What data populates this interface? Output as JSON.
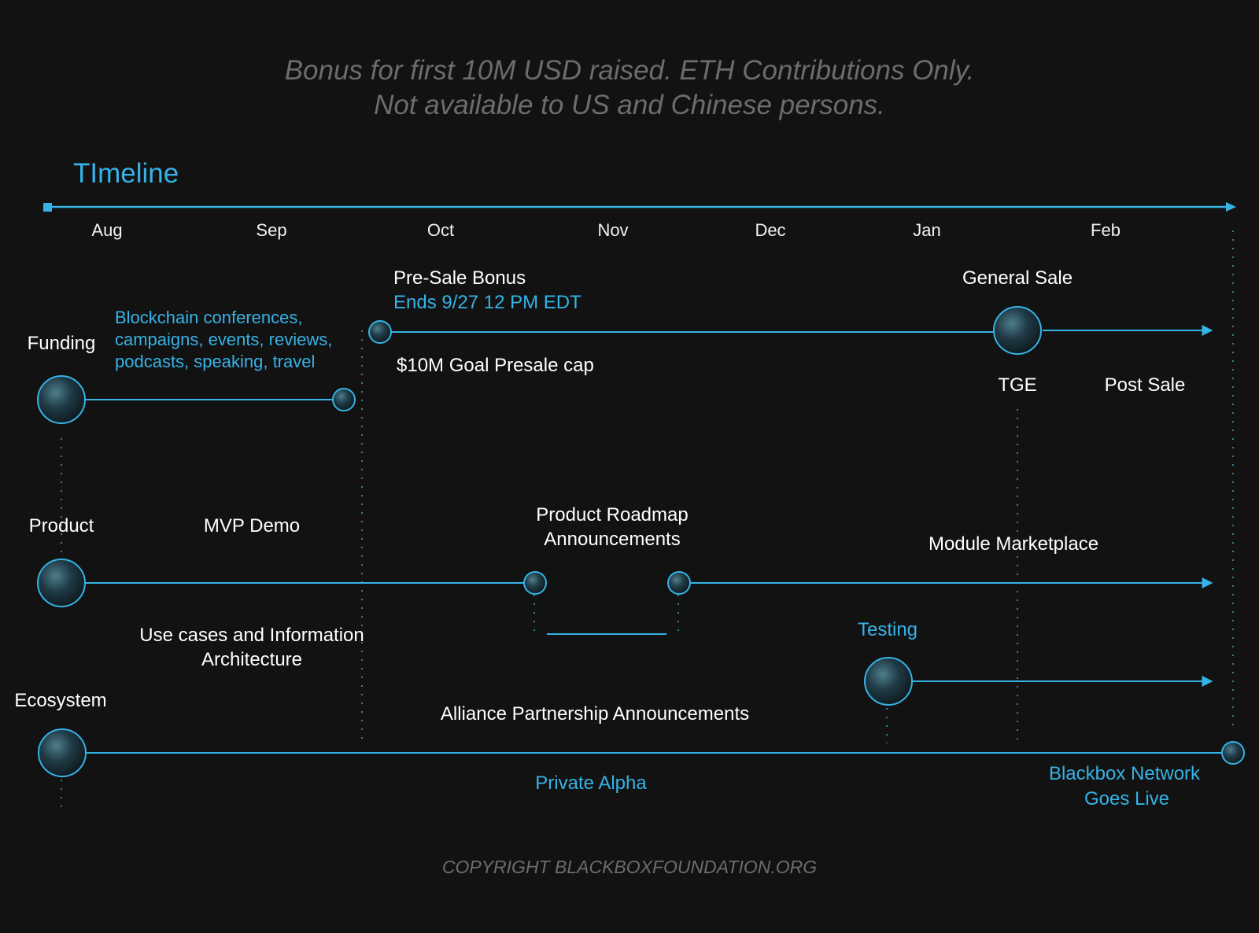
{
  "disclaimer": {
    "line1": "Bonus for first 10M USD raised. ETH Contributions Only.",
    "line2": "Not available to US and Chinese persons."
  },
  "title": "TImeline",
  "months": [
    "Aug",
    "Sep",
    "Oct",
    "Nov",
    "Dec",
    "Jan",
    "Feb"
  ],
  "rows": {
    "funding": "Funding",
    "product": "Product",
    "ecosystem": "Ecosystem"
  },
  "funding": {
    "conferences_line1": "Blockchain conferences,",
    "conferences_line2": "campaigns, events, reviews,",
    "conferences_line3": "podcasts, speaking, travel",
    "presale_title": "Pre-Sale Bonus",
    "presale_ends": "Ends 9/27 12 PM EDT",
    "presale_cap": "$10M Goal Presale cap",
    "general_sale": "General Sale",
    "tge": "TGE",
    "post_sale": "Post Sale"
  },
  "product": {
    "mvp_demo": "MVP Demo",
    "roadmap_line1": "Product Roadmap",
    "roadmap_line2": "Announcements",
    "module_marketplace": "Module Marketplace",
    "use_cases_line1": "Use cases and Information",
    "use_cases_line2": "Architecture",
    "testing": "Testing"
  },
  "ecosystem": {
    "alliance": "Alliance Partnership Announcements",
    "private_alpha": "Private Alpha",
    "network_live_line1": "Blackbox Network",
    "network_live_line2": "Goes Live"
  },
  "copyright": "COPYRIGHT BLACKBOXFOUNDATION.ORG",
  "colors": {
    "background": "#121212",
    "accent": "#35b3e6",
    "text": "#ffffff",
    "muted": "#6c6c6c"
  }
}
